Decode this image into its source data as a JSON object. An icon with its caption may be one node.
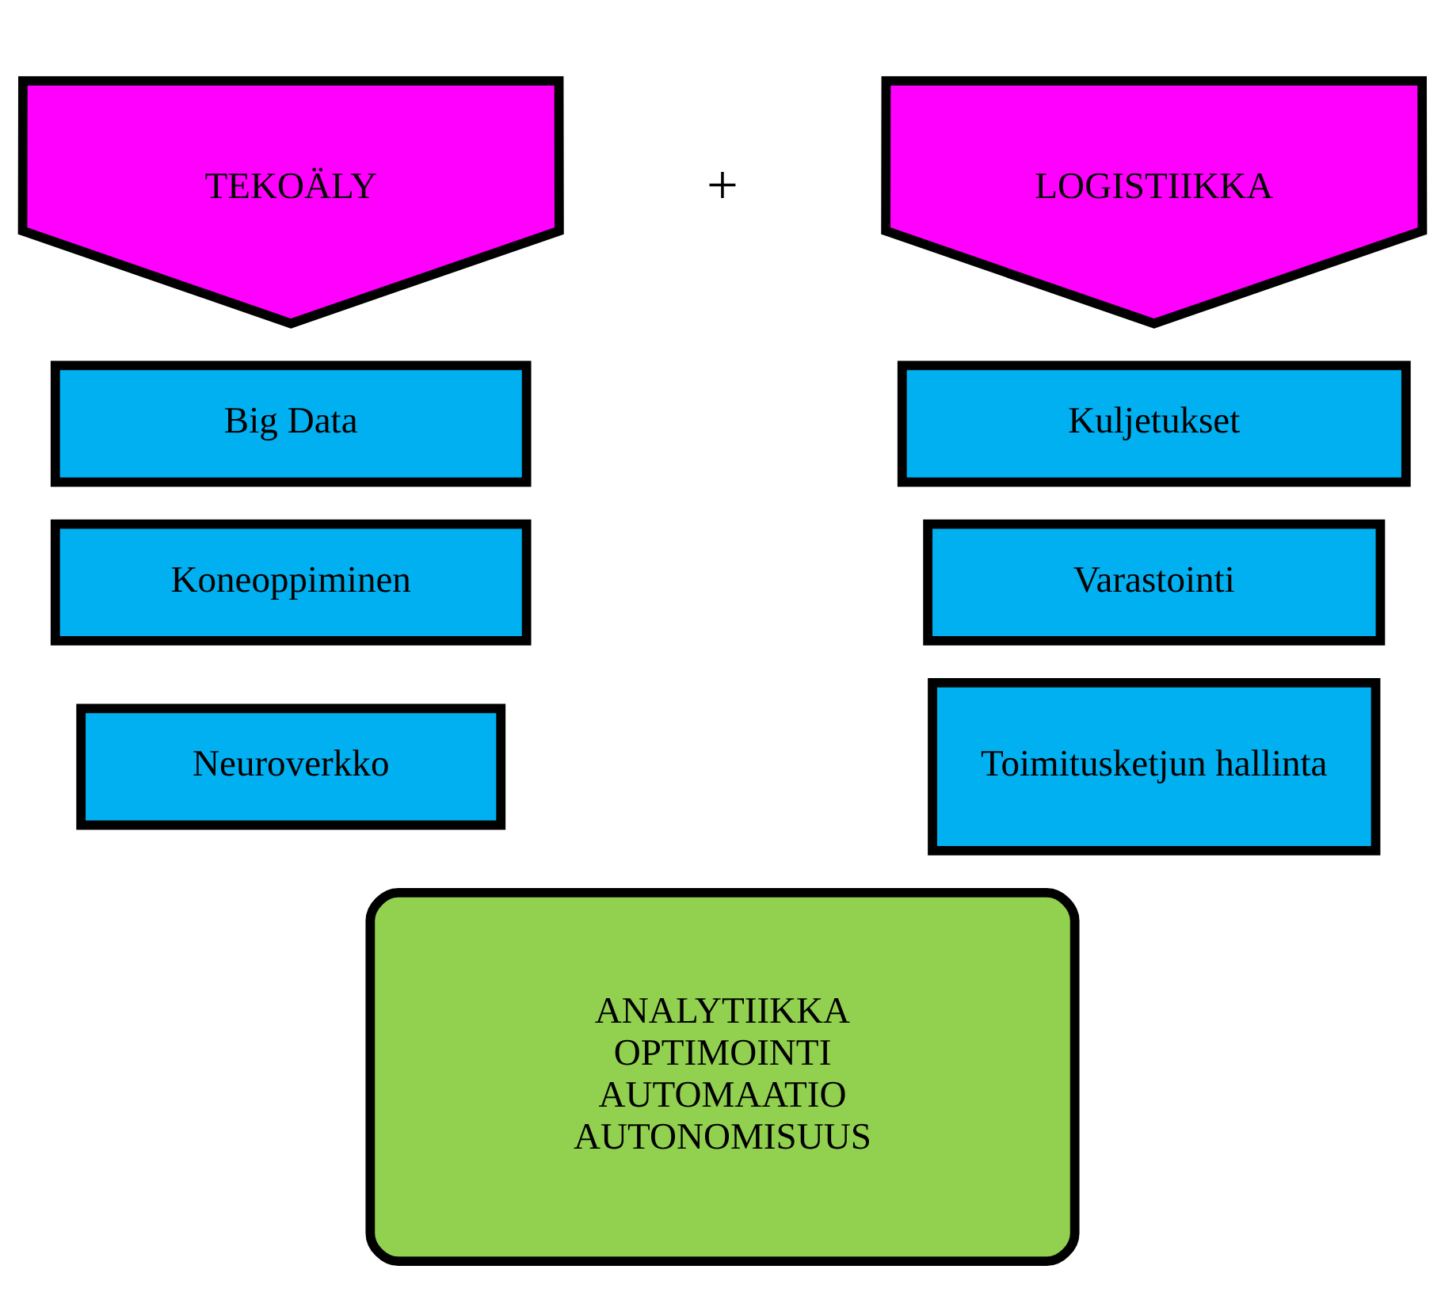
{
  "diagram": {
    "nodes": [
      {
        "text": [
          "TEKOÄLY"
        ]
      },
      {
        "text": [
          "LOGISTIIKKA"
        ]
      },
      {
        "text": [
          "Big Data"
        ]
      },
      {
        "text": [
          "Koneoppiminen"
        ]
      },
      {
        "text": [
          "Neuroverkko"
        ]
      },
      {
        "text": [
          "Kuljetukset"
        ]
      },
      {
        "text": [
          "Varastointi"
        ]
      },
      {
        "text": [
          "Toimitusketjun hallinta"
        ]
      },
      {
        "text": [
          "ANALYTIIKKA",
          "OPTIMOINTI",
          "AUTOMAATIO",
          "AUTONOMISUUS"
        ]
      }
    ],
    "labels": [
      "+"
    ]
  }
}
